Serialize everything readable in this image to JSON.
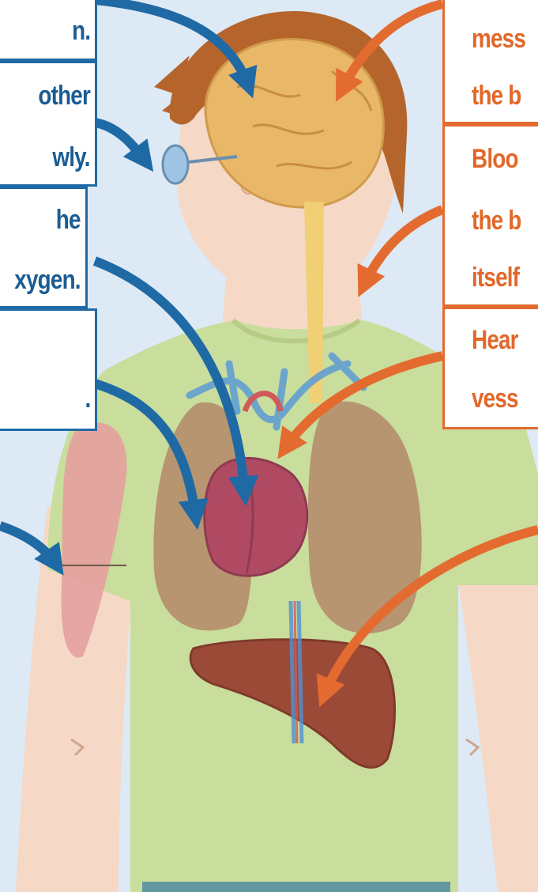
{
  "colors": {
    "background": "#dde9f5",
    "shirt": "#c9dd9c",
    "skin": "#f5d9c6",
    "hair": "#b5652c",
    "brain": "#e9b768",
    "lungs": "#b48d6b",
    "heart": "#b04a63",
    "liver": "#9c4a38",
    "muscle": "#e4a0a0",
    "left_arrow": "#1f6aa5",
    "right_arrow": "#e46b2f",
    "left_text": "#1b5c94",
    "right_text": "#e2682a"
  },
  "labels": {
    "left": [
      {
        "lines": [
          "n."
        ]
      },
      {
        "lines": [
          "other",
          "wly."
        ]
      },
      {
        "lines": [
          "he",
          "xygen."
        ]
      },
      {
        "lines": [
          "",
          "."
        ]
      }
    ],
    "right": [
      {
        "lines": [
          "mess",
          "the b"
        ]
      },
      {
        "lines": [
          "Bloo",
          "the b",
          "itself"
        ]
      },
      {
        "lines": [
          "Hear",
          "vess"
        ]
      }
    ]
  }
}
